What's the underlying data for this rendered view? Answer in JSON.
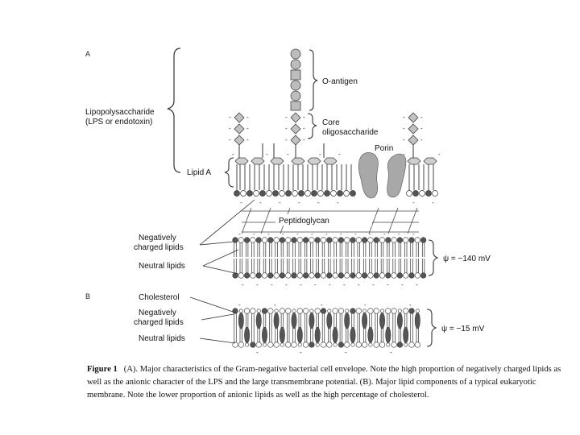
{
  "panel_a": {
    "label": "A",
    "lps_label": [
      "Lipopolysaccharide",
      "(LPS or endotoxin)"
    ],
    "lipid_a_label": "Lipid A",
    "o_antigen_label": "O-antigen",
    "core_label": [
      "Core",
      "oligosaccharide"
    ],
    "porin_label": "Porin",
    "peptidoglycan_label": "Peptidoglycan",
    "neg_lipids_label": [
      "Negatively",
      "charged lipids"
    ],
    "neutral_lipids_label": "Neutral lipids",
    "potential_label": "ψ = −140 mV"
  },
  "panel_b": {
    "label": "B",
    "cholesterol_label": "Cholesterol",
    "neg_lipids_label": [
      "Negatively",
      "charged lipids"
    ],
    "neutral_lipids_label": "Neutral lipids",
    "potential_label": "ψ = −15 mV"
  },
  "caption": {
    "figure_label": "Figure 1",
    "text": "(A). Major characteristics of the Gram-negative bacterial cell envelope. Note the high proportion of negatively charged lipids as well as the anionic character of the LPS and the large transmembrane potential. (B). Major lipid components of a typical eukaryotic membrane. Note the lower proportion of anionic lipids as well as the high percentage of cholesterol."
  }
}
